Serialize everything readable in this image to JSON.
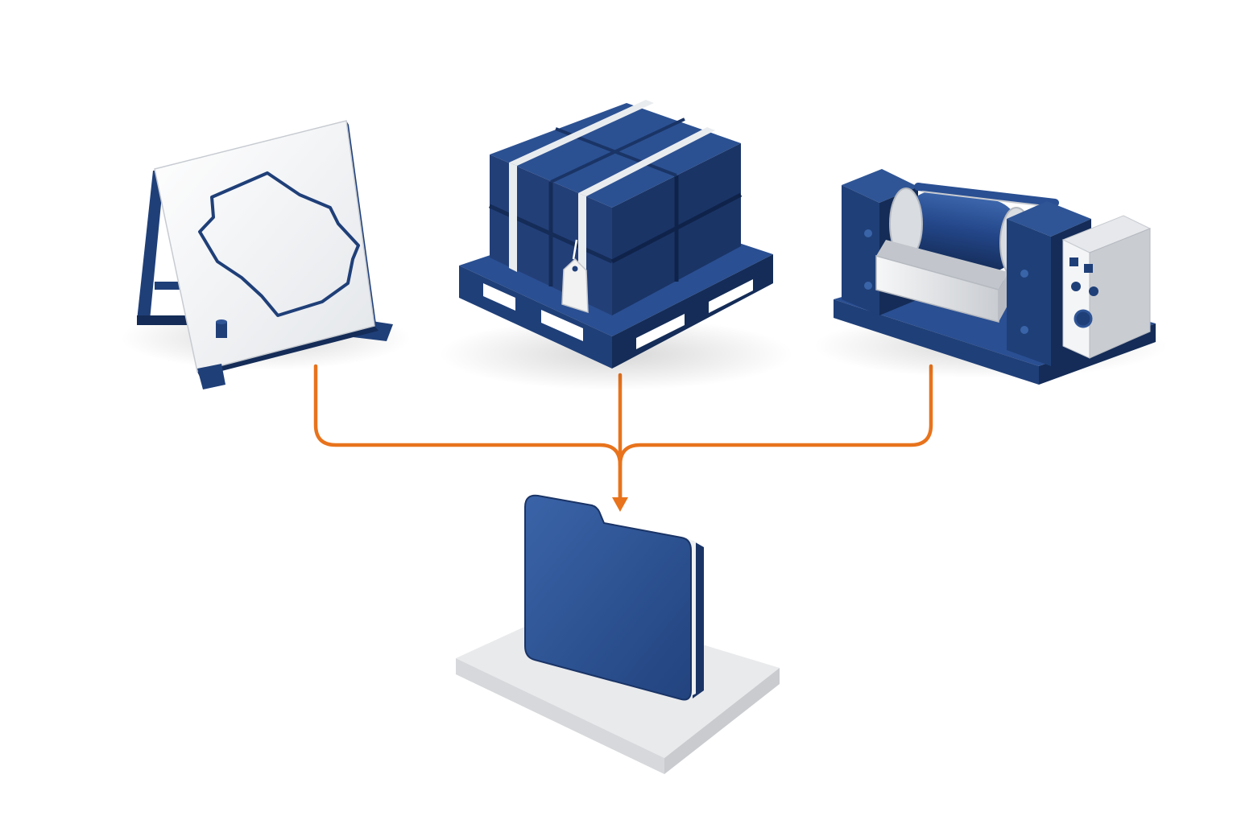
{
  "diagram": {
    "nodes": [
      {
        "id": "map-board",
        "kind": "input",
        "icon": "easel-map-icon"
      },
      {
        "id": "material-pallet",
        "kind": "input",
        "icon": "pallet-bales-icon"
      },
      {
        "id": "roller-machine",
        "kind": "input",
        "icon": "roller-machine-icon"
      },
      {
        "id": "archive-folder",
        "kind": "output",
        "icon": "folder-icon"
      }
    ],
    "edges": [
      {
        "from": "map-board",
        "to": "archive-folder"
      },
      {
        "from": "material-pallet",
        "to": "archive-folder"
      },
      {
        "from": "roller-machine",
        "to": "archive-folder"
      }
    ],
    "colors": {
      "navy": "#1f3f78",
      "navy_dark": "#142c57",
      "navy_light": "#2f5596",
      "connector": "#e8731c",
      "panel": "#eef0f2",
      "platform_top": "#e9eaec",
      "platform_side": "#c9cbcf",
      "strap": "#e9ecef",
      "tag": "#f2f2f2"
    }
  }
}
